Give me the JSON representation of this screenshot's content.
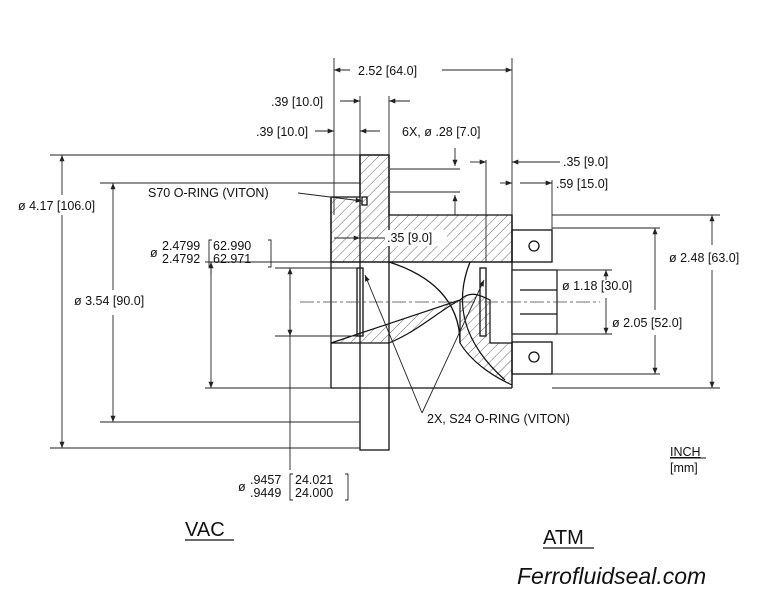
{
  "dimensions": {
    "overall_length": "2.52 [64.0]",
    "flange_left_a": ".39 [10.0]",
    "flange_left_b": ".39 [10.0]",
    "holes": "6X, ø .28 [7.0]",
    "housing_step": ".35 [9.0]",
    "atm_boss": ".59 [15.0]",
    "inner_step": ".35 [9.0]",
    "flange_od": "ø 4.17 [106.0]",
    "pilot_od": "ø 3.54 [90.0]",
    "housing_od": "ø 2.48 [63.0]",
    "bolt_circle": "ø 2.05 [52.0]",
    "shaft_od": "ø 1.18 [30.0]",
    "bore_symbol": "ø",
    "bore_max": "2.4799",
    "bore_min": "2.4792",
    "bore_max_mm": "62.990",
    "bore_min_mm": "62.971",
    "shaft_symbol": "ø",
    "shaft_max": ".9457",
    "shaft_min": ".9449",
    "shaft_max_mm": "24.021",
    "shaft_min_mm": "24.000"
  },
  "callouts": {
    "s70": "S70 O-RING (VITON)",
    "s24": "2X, S24 O-RING (VITON)"
  },
  "units": {
    "primary": "INCH",
    "secondary": "[mm]"
  },
  "labels": {
    "vac": "VAC",
    "atm": "ATM",
    "brand": "Ferrofluidseal.com"
  }
}
